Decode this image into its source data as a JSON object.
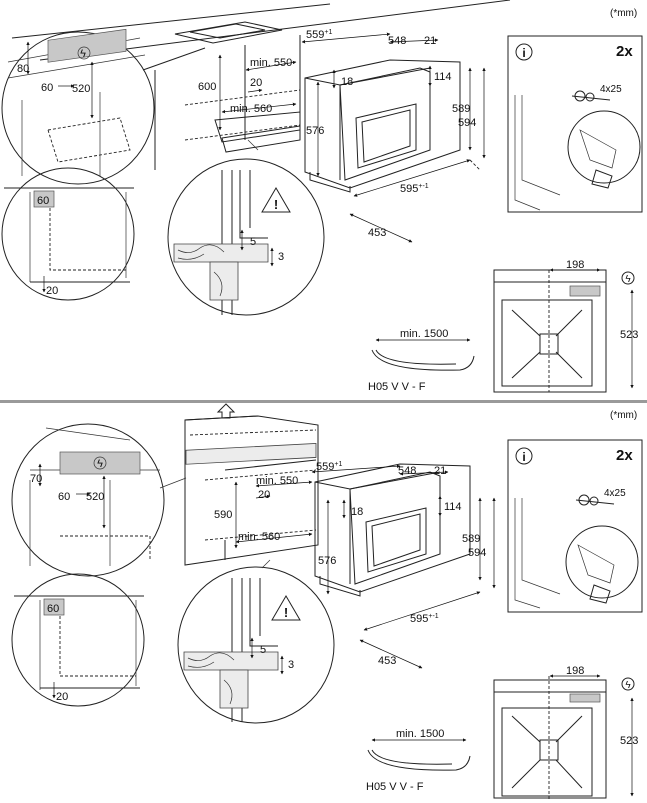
{
  "unit_note": "(*mm)",
  "top": {
    "callout_large": {
      "dim_80": "80",
      "dim_60": "60",
      "dim_520": "520"
    },
    "callout_small": {
      "dim_60": "60",
      "dim_20": "20"
    },
    "cabinet": {
      "dim_600": "600",
      "dim_min550": "min. 550",
      "dim_20": "20",
      "dim_min560": "min. 560"
    },
    "warning_detail": {
      "dim_5": "5",
      "dim_3": "3"
    },
    "oven": {
      "dim_559": "559",
      "dim_559_tol": "+1",
      "dim_548": "548",
      "dim_21": "21",
      "dim_18": "18",
      "dim_114": "114",
      "dim_589": "589",
      "dim_594": "594",
      "dim_576": "576",
      "dim_595": "595",
      "dim_595_tol": "+-1",
      "dim_453": "453"
    },
    "fixing": {
      "info_glyph": "i",
      "count": "2x",
      "screws": "4x25"
    },
    "rear": {
      "dim_198": "198",
      "dim_523": "523"
    },
    "cable": {
      "length": "min. 1500",
      "type": "H05 V V - F"
    }
  },
  "bottom": {
    "callout_large": {
      "dim_70": "70",
      "dim_60": "60",
      "dim_520": "520"
    },
    "callout_small": {
      "dim_60": "60",
      "dim_20": "20"
    },
    "cabinet": {
      "dim_590": "590",
      "dim_min550": "min. 550",
      "dim_20": "20",
      "dim_min560": "min. 560"
    },
    "warning_detail": {
      "dim_5": "5",
      "dim_3": "3"
    },
    "oven": {
      "dim_559": "559",
      "dim_559_tol": "+1",
      "dim_548": "548",
      "dim_21": "21",
      "dim_18": "18",
      "dim_114": "114",
      "dim_589": "589",
      "dim_594": "594",
      "dim_576": "576",
      "dim_595": "595",
      "dim_595_tol": "+-1",
      "dim_453": "453"
    },
    "fixing": {
      "info_glyph": "i",
      "count": "2x",
      "screws": "4x25"
    },
    "rear": {
      "dim_198": "198",
      "dim_523": "523"
    },
    "cable": {
      "length": "min. 1500",
      "type": "H05 V V - F"
    }
  }
}
